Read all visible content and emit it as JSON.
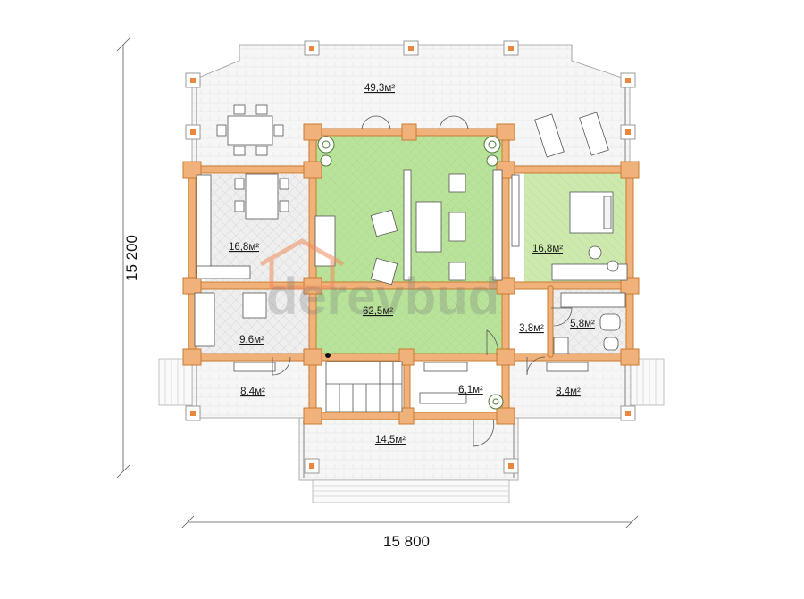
{
  "dimensions": {
    "width_label": "15 800",
    "height_label": "15 200"
  },
  "watermark": "derevbud",
  "rooms": {
    "terrace_north": "49,3м²",
    "kitchen": "16,8м²",
    "living_hall": "62,5м²",
    "bedroom": "16,8м²",
    "storage_left": "9,6м²",
    "corridor": "3,8м²",
    "bathroom": "5,8м²",
    "porch_left": "8,4м²",
    "hall_small": "6,1м²",
    "porch_right": "8,4м²",
    "entrance_terrace": "14,5м²"
  },
  "colors": {
    "log_wall": "#f0b27a",
    "log_outline": "#c97b33",
    "living_floor": "#b9e39b",
    "bedroom_floor": "#cde9ae",
    "terrace_floor": "#f4f4f4",
    "kitchen_floor": "#ececec",
    "watermark_orange": "#f08a5d"
  }
}
